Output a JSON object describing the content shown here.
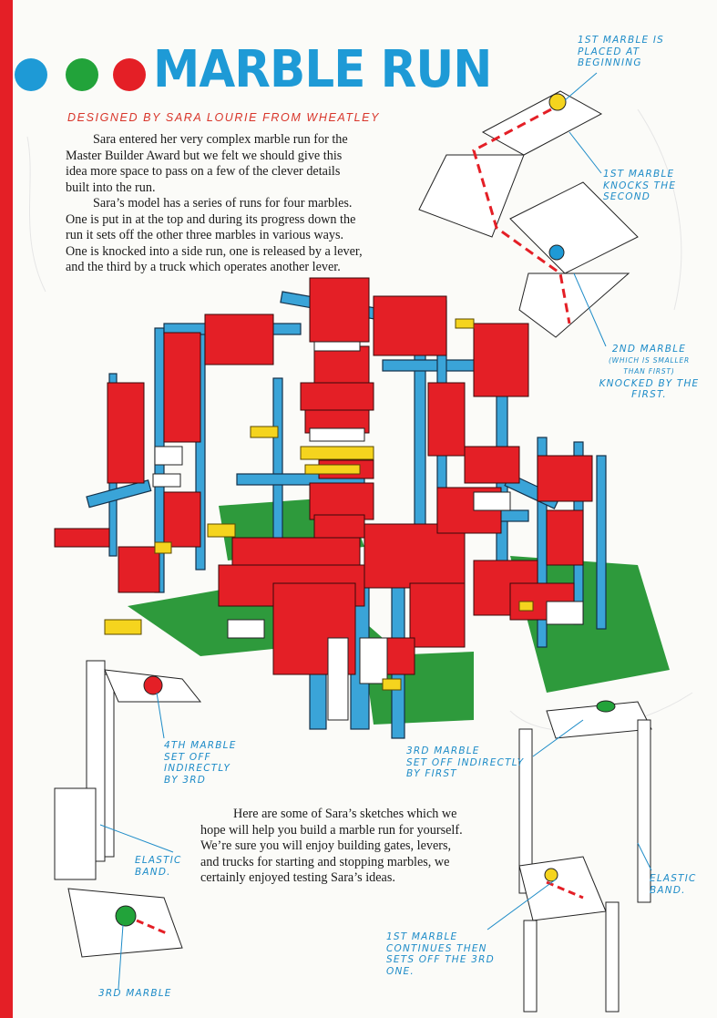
{
  "title": "MARBLE RUN",
  "byline": "DESIGNED BY SARA LOURIE FROM WHEATLEY",
  "intro": [
    "Sara entered her very complex marble run for the Master Builder Award but we felt we should give this idea more space to pass on a few of the clever details built into the run.",
    "Sara’s model has a series of runs for four marbles. One is put in at the top and during its progress down the run it sets off the other three marbles in various ways. One is knocked into a side run, one is released by a lever, and the third by a truck which operates another lever."
  ],
  "sketch_text": "Here are some of Sara’s sketches which we hope will help you build a marble run for yourself. We’re sure you will enjoy building gates, levers, and trucks for starting and stopping marbles, we certainly enjoyed testing Sara’s ideas.",
  "notes": {
    "n1": [
      "1ST MARBLE IS",
      "PLACED AT",
      "BEGINNING"
    ],
    "n2": [
      "1ST MARBLE",
      "KNOCKS THE",
      "SECOND"
    ],
    "n3_l1": "2ND MARBLE",
    "n3_l2": "(WHICH IS SMALLER",
    "n3_l3": "THAN FIRST)",
    "n3_l4": "KNOCKED BY THE",
    "n3_l5": "FIRST.",
    "n4": [
      "4TH MARBLE",
      "SET OFF",
      "INDIRECTLY",
      "BY 3RD"
    ],
    "n5": [
      "3RD MARBLE",
      "SET OFF INDIRECTLY",
      "BY FIRST"
    ],
    "n6": [
      "ELASTIC",
      "BAND."
    ],
    "n7": [
      "ELASTIC",
      "BAND."
    ],
    "n8": [
      "1ST MARBLE",
      "CONTINUES THEN",
      "SETS OFF THE 3RD",
      "ONE."
    ],
    "n9": "3RD MARBLE"
  },
  "colors": {
    "brick_red": "#e41f26",
    "brick_blue": "#3aa4d8",
    "brick_yellow": "#f5d41e",
    "base_green": "#2e9a3c",
    "marble_green": "#22a33a",
    "note_blue": "#1e8cc8"
  }
}
